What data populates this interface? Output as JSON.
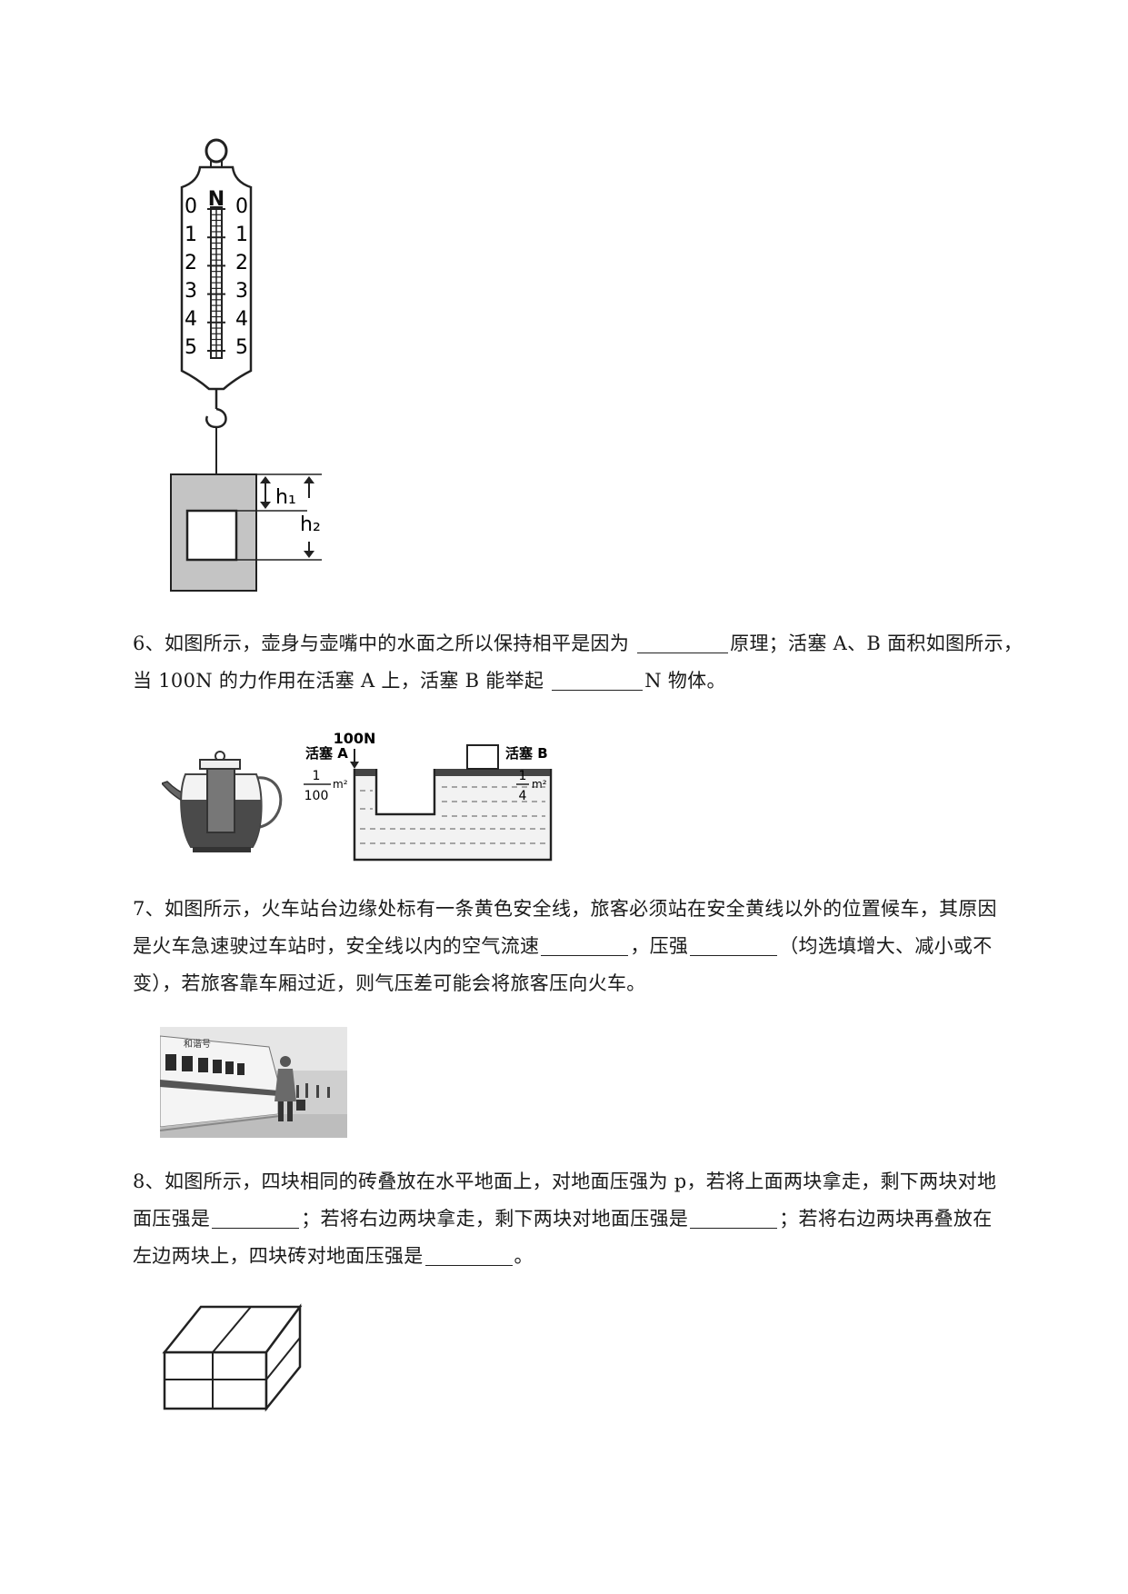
{
  "figures": {
    "spring_scale": {
      "unit": "N",
      "ticks": [
        "0",
        "1",
        "2",
        "3",
        "4",
        "5"
      ],
      "label_h1": "h₁",
      "label_h2": "h₂"
    },
    "pascal": {
      "force_label": "100N",
      "piston_a_label": "活塞 A",
      "piston_a_num": "1",
      "piston_a_den": "100",
      "piston_a_unit": "m²",
      "piston_b_label": "活塞 B",
      "piston_b_num": "1",
      "piston_b_den": "4",
      "piston_b_unit": "m²"
    },
    "train": {
      "caption": "和谐号"
    }
  },
  "questions": {
    "q6": {
      "line1_a": "6、如图所示，壶身与壶嘴中的水面之所以保持相平是因为 ",
      "line1_b": "原理；活塞 A、B 面积如图所示，",
      "line2_a": "当 100N 的力作用在活塞 A 上，活塞 B 能举起 ",
      "line2_b": "N 物体。"
    },
    "q7": {
      "line1": "7、如图所示，火车站台边缘处标有一条黄色安全线，旅客必须站在安全黄线以外的位置候车，其原因",
      "line2_a": "是火车急速驶过车站时，安全线以内的空气流速",
      "line2_b": "，压强",
      "line2_c": "（均选填增大、减小或不",
      "line3": "变），若旅客靠车厢过近，则气压差可能会将旅客压向火车。"
    },
    "q8": {
      "line1": "8、如图所示，四块相同的砖叠放在水平地面上，对地面压强为 p，若将上面两块拿走，剩下两块对地",
      "line2_a": "面压强是",
      "line2_b": "；若将右边两块拿走，剩下两块对地面压强是",
      "line2_c": "；若将右边两块再叠放在",
      "line3_a": "左边两块上，四块砖对地面压强是",
      "line3_b": "。"
    }
  }
}
